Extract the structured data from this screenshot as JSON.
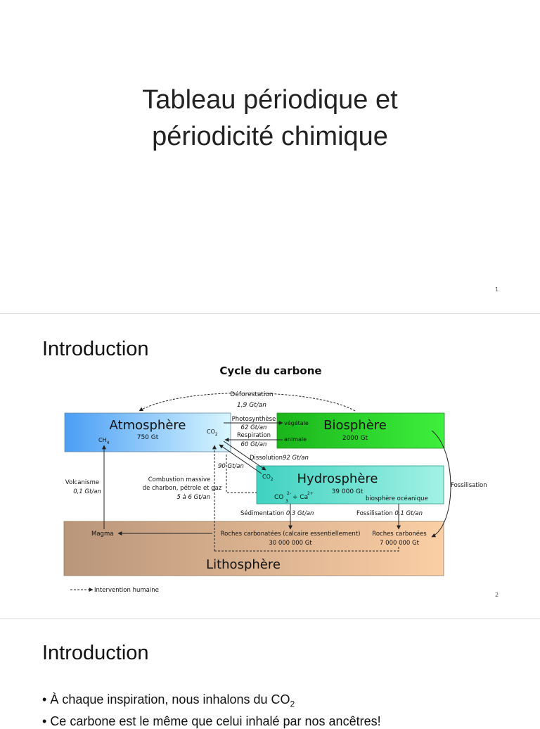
{
  "slide1": {
    "title_line1": "Tableau périodique et",
    "title_line2": "périodicité chimique",
    "page_number": "1"
  },
  "slide2": {
    "heading": "Introduction",
    "page_number": "2",
    "diagram": {
      "title": "Cycle du carbone",
      "deforestation": "Déforestation",
      "deforestation_value": "1,9 Gt/an",
      "atmosphere": {
        "name": "Atmosphère",
        "amount": "750 Gt",
        "ch4": "CH",
        "ch4_sub": "4",
        "co2": "CO",
        "co2_sub": "2"
      },
      "biosphere": {
        "name": "Biosphère",
        "amount": "2000 Gt",
        "vegetale": "végétale",
        "animale": "animale"
      },
      "photosynthese": "Photosynthèse",
      "photosynthese_value": "62 Gt/an",
      "respiration": "Respiration",
      "respiration_value": "60 Gt/an",
      "dissolution": "Dissolution",
      "dissolution_value": "92 Gt/an",
      "degassing_value": "90 Gt/an",
      "hydrosphere": {
        "name": "Hydrosphère",
        "amount": "39 000 Gt",
        "co2": "CO",
        "co2_sub": "2",
        "co3": "CO",
        "co3_sub": "3",
        "co3_sup": "2-",
        "plus_ca": "+ Ca",
        "ca_sup": "2+",
        "biosphere_oceanique": "biosphère océanique"
      },
      "volcanisme": "Volcanisme",
      "volcanisme_value": "0,1 Gt/an",
      "combustion_line1": "Combustion massive",
      "combustion_line2": "de charbon, pétrole et gaz",
      "combustion_value": "5 à 6 Gt/an",
      "fossilisation_right": "Fossilisation",
      "sedimentation": "Sédimentation",
      "sedimentation_value": "0,3 Gt/an",
      "fossilisation": "Fossilisation",
      "fossilisation_value": "0,1 Gt/an",
      "lithosphere": {
        "name": "Lithosphère",
        "magma": "Magma",
        "roches_carbonatees": "Roches carbonatées (calcaire essentiellement)",
        "roches_carbonatees_amount": "30 000 000 Gt",
        "roches_carbonees": "Roches carbonées",
        "roches_carbonees_amount": "7 000 000 Gt"
      },
      "legend": "Intervention humaine"
    }
  },
  "slide3": {
    "heading": "Introduction",
    "bullet1_text": "À chaque inspiration, nous inhalons du CO",
    "bullet1_sub": "2",
    "bullet2_text": "Ce carbone est le même que celui inhalé par nos ancêtres!"
  },
  "colors": {
    "atmosphere_start": "#4a9ef5",
    "atmosphere_end": "#d8f6ff",
    "biosphere_start": "#1ab51a",
    "biosphere_end": "#3ef03e",
    "hydrosphere_start": "#3fd1c0",
    "hydrosphere_end": "#a2f2e5",
    "lithosphere_start": "#b9957a",
    "lithosphere_end": "#fbcfa5"
  }
}
